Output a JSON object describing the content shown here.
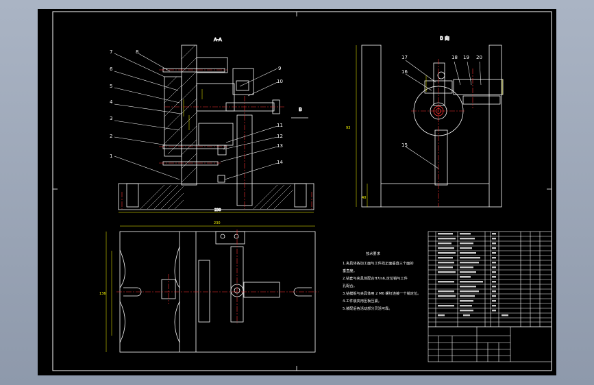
{
  "drawing": {
    "section_title": "A-A",
    "view_title": "B 向",
    "arrow_label": "B",
    "part_numbers": [
      "1",
      "2",
      "3",
      "4",
      "5",
      "6",
      "7",
      "8",
      "9",
      "10",
      "11",
      "12",
      "13",
      "14",
      "15",
      "16",
      "17",
      "18",
      "19",
      "20"
    ],
    "dimensions": {
      "side_height": "93",
      "side_base": "40",
      "front_width": "230",
      "plan_width": "230",
      "plan_height": "136"
    },
    "colors": {
      "background": "#000000",
      "line": "#ffffff",
      "hatch": "#ffffff",
      "center": "#ff3333",
      "dimension": "#ffff00",
      "app_bg": "#9aa5b7"
    }
  },
  "notes": {
    "heading": "技术要求",
    "lines": [
      "1.夹具体各加工面与工件找正面垂直三个面的",
      "垂直度。",
      "2.钻套与夹具体配合H7/n6,定位销与工件",
      "孔配合。",
      "3.钻模板与夹具体用 2 M6 螺钉连接一个销定位。",
      "4.工件装夹用压板压紧。",
      "5.装配后各活动部分灵活可靠。"
    ]
  }
}
